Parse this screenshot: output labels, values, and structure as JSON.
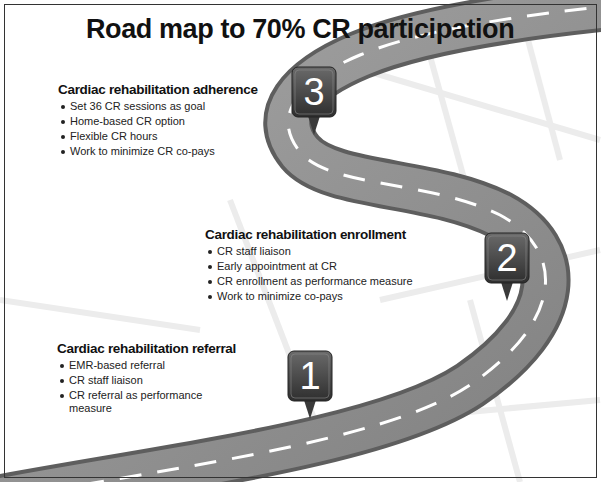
{
  "diagram": {
    "title": "Road map to 70% CR participation",
    "nodes": [
      {
        "text": [
          "3"
        ]
      },
      {
        "text": [
          "2"
        ]
      },
      {
        "text": [
          "1"
        ]
      }
    ],
    "labels": [
      "Cardiac rehabilitation adherence",
      "Set 36 CR sessions as goal",
      "Home-based CR option",
      "Flexible CR hours",
      "Work to minimize CR co-pays",
      "Cardiac rehabilitation enrollment",
      "CR staff liaison",
      "Early appointment at CR",
      "CR enrollment as performance measure",
      "Work to minimize co-pays",
      "Cardiac rehabilitation referral",
      "EMR-based referral",
      "CR staff liaison",
      "CR referral as performance measure"
    ]
  }
}
